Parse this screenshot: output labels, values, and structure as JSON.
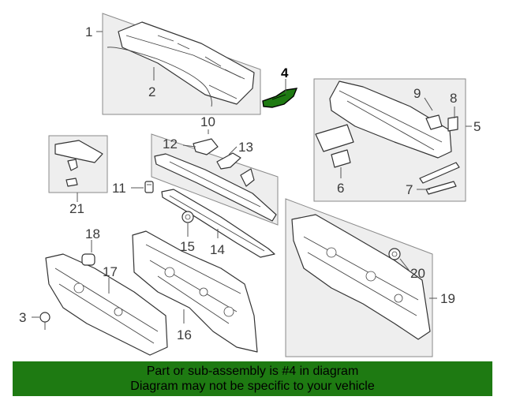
{
  "callouts": {
    "c1": "1",
    "c2": "2",
    "c3": "3",
    "c4": "4",
    "c5": "5",
    "c6": "6",
    "c7": "7",
    "c8": "8",
    "c9": "9",
    "c10": "10",
    "c11": "11",
    "c12": "12",
    "c13": "13",
    "c14": "14",
    "c15": "15",
    "c16": "16",
    "c17": "17",
    "c18": "18",
    "c19": "19",
    "c20": "20",
    "c21": "21"
  },
  "highlight": {
    "part_number": "4",
    "color": "#1e7a12"
  },
  "banner": {
    "line1": "Part or sub-assembly is #4 in diagram",
    "line2": "Diagram may not be specific to your vehicle",
    "background": "#1e7a12"
  }
}
